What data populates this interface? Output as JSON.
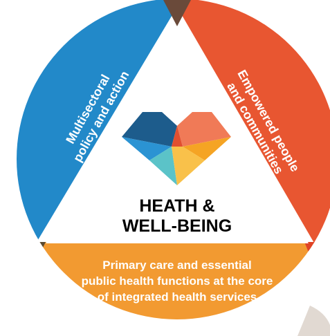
{
  "colors": {
    "blue": "#2289c9",
    "orange_red": "#e85631",
    "orange": "#f29a31",
    "dark_corner": "#6a4a3a",
    "heart_dark_blue": "#1d5c8c",
    "heart_blue": "#2b93d3",
    "heart_teal": "#5bc3c8",
    "heart_red": "#e14f2f",
    "heart_light_red": "#f07a57",
    "heart_orange": "#f5a424",
    "heart_yellow": "#f9c14a"
  },
  "segments": {
    "left": {
      "line1": "Multisectoral",
      "line2": "policy and action"
    },
    "right": {
      "line1": "Empowered people",
      "line2": "and communities"
    },
    "bottom": {
      "line1": "Primary care and essential",
      "line2": "public health functions at the core",
      "line3": "of integrated health services"
    }
  },
  "center": {
    "title_line1": "HEATH &",
    "title_line2": "WELL-BEING"
  },
  "icons": {
    "heart": "heart-icon"
  }
}
